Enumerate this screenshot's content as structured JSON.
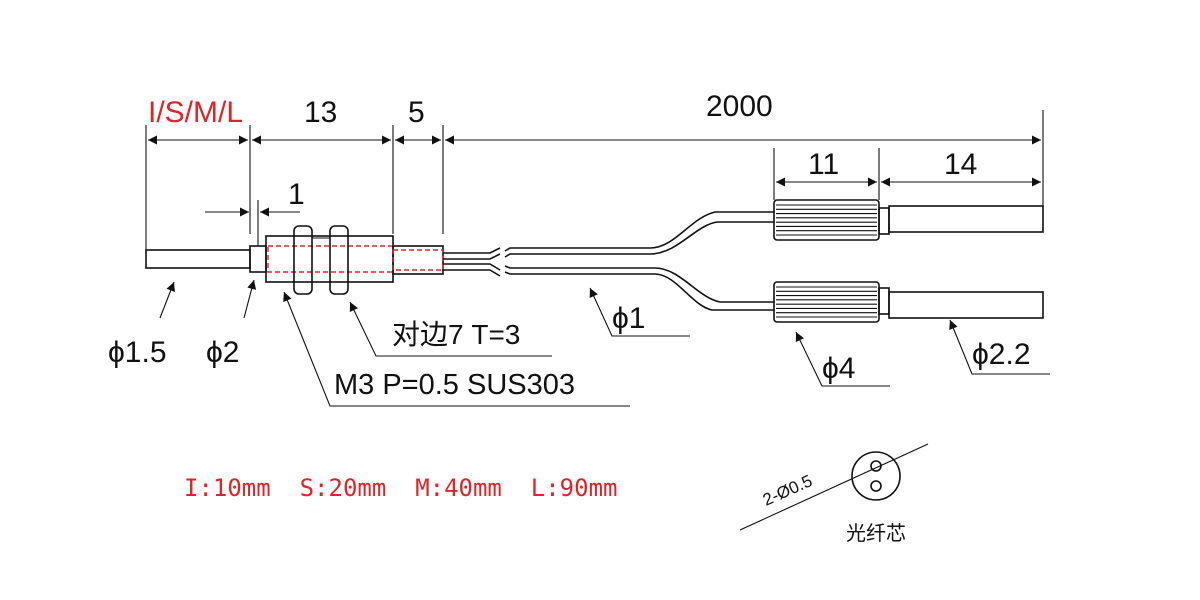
{
  "dimensions": {
    "variant_length_label": "I/S/M/L",
    "thread_length": "13",
    "sleeve_length": "5",
    "cable_length": "2000",
    "collar_length": "1",
    "connector_length": "11",
    "fiber_tip_length": "14"
  },
  "callouts": {
    "tip_diameter": "ϕ1.5",
    "head_diameter": "ϕ2",
    "nut_spec": "对边7 T=3",
    "thread_spec": "M3 P=0.5 SUS303",
    "cable_diameter": "ϕ1",
    "connector_diameter": "ϕ4",
    "fiber_diameter": "ϕ2.2"
  },
  "variants_note": "I:10mm  S:20mm  M:40mm  L:90mm",
  "core_section": {
    "core_label": "2-Ø0.5",
    "caption": "光纤芯"
  },
  "colors": {
    "line": "#111111",
    "accent": "#d9262b"
  }
}
